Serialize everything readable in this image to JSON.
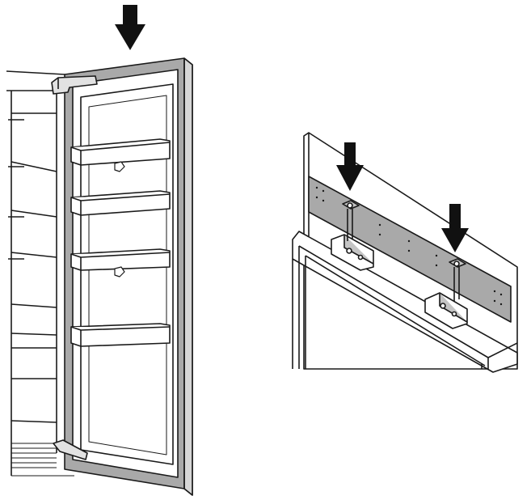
{
  "figure": {
    "panels": [
      {
        "id": "left",
        "subject": "open-refrigerator-door",
        "indicator": "down-arrow-icon",
        "shelf_count": 4
      },
      {
        "id": "right",
        "subject": "door-panel-mounting-bracket",
        "indicator": "down-arrow-icon",
        "indicator_count": 2
      }
    ]
  },
  "colors": {
    "background": "#ffffff",
    "line": "#1a1a1a",
    "panel_fill": "#a9a9a9",
    "panel_fill_light": "#d6d6d6",
    "bracket_fill": "#c4c4c4",
    "arrow": "#111111"
  }
}
